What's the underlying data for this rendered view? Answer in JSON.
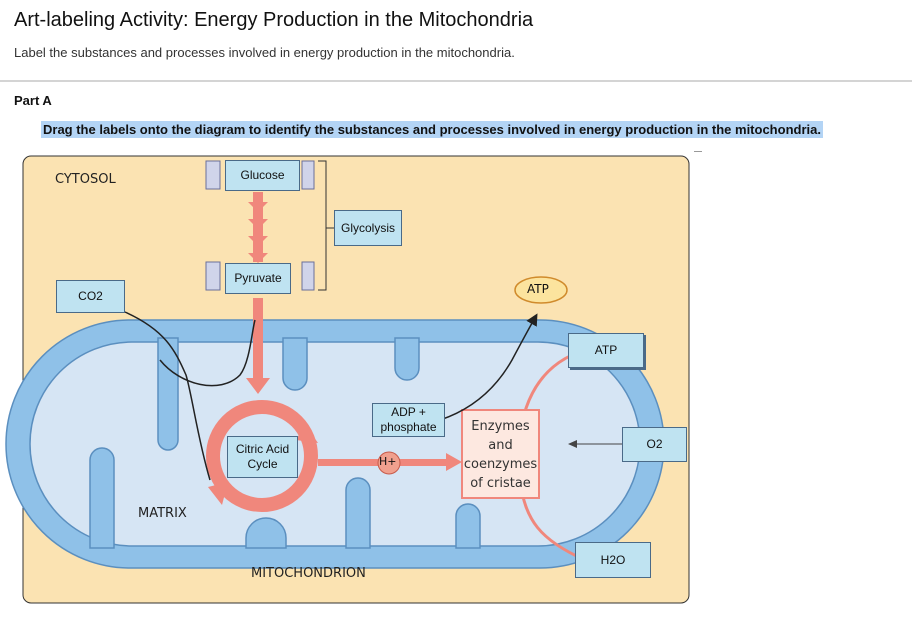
{
  "page": {
    "title": "Art-labeling Activity: Energy Production in the Mitochondria",
    "subtitle": "Label the substances and processes involved in energy production in the mitochondria.",
    "part": "Part A",
    "instruction": "Drag the labels onto the diagram to identify the substances and processes involved in energy production in the mitochondria."
  },
  "diagram": {
    "cytosol": "CYTOSOL",
    "matrix": "MATRIX",
    "mitochondrion": "MITOCHONDRION",
    "atp_oval": "ATP",
    "h_plus": "H+",
    "enzymes": [
      "Enzymes",
      "and",
      "coenzymes",
      "of cristae"
    ]
  },
  "labels": {
    "glucose": "Glucose",
    "glycolysis": "Glycolysis",
    "pyruvate": "Pyruvate",
    "co2": "CO2",
    "atp": "ATP",
    "adp_phosphate_1": "ADP +",
    "adp_phosphate_2": "phosphate",
    "citric_acid_1": "Citric Acid",
    "citric_acid_2": "Cycle",
    "o2": "O2",
    "h2o": "H2O"
  },
  "colors": {
    "cytosol_bg": "#fbe3b2",
    "membrane": "#8fc1e8",
    "matrix": "#d6e5f4",
    "arrow": "#f0877c",
    "label_bg": "#bfe3f1",
    "instruction_highlight": "#b3d4f5"
  }
}
